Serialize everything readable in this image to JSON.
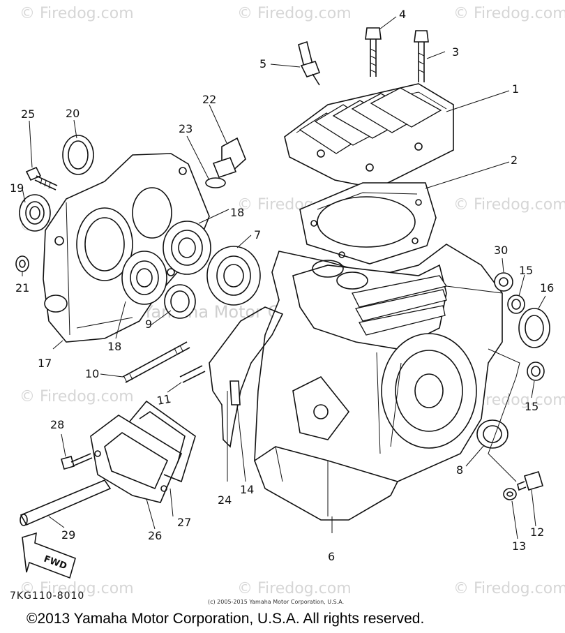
{
  "watermarks": {
    "brand": "© Firedog.com",
    "center": "Yamaha Motor Corp. U.S.A."
  },
  "part_numbers": [
    "1",
    "2",
    "3",
    "4",
    "5",
    "6",
    "7",
    "8",
    "9",
    "10",
    "11",
    "12",
    "13",
    "14",
    "15",
    "15",
    "16",
    "17",
    "18",
    "18",
    "19",
    "20",
    "21",
    "22",
    "23",
    "24",
    "25",
    "26",
    "27",
    "28",
    "29",
    "30"
  ],
  "diagram_code": "7KG110-8010",
  "fwd_label": "FWD",
  "footer": {
    "small_copyright": "(c) 2005-2015 Yamaha Motor Corporation, U.S.A.",
    "copyright": "©2013 Yamaha Motor Corporation, U.S.A. All rights reserved."
  },
  "colors": {
    "background": "#ffffff",
    "line": "#111111",
    "watermark": "#d6d6d6"
  }
}
